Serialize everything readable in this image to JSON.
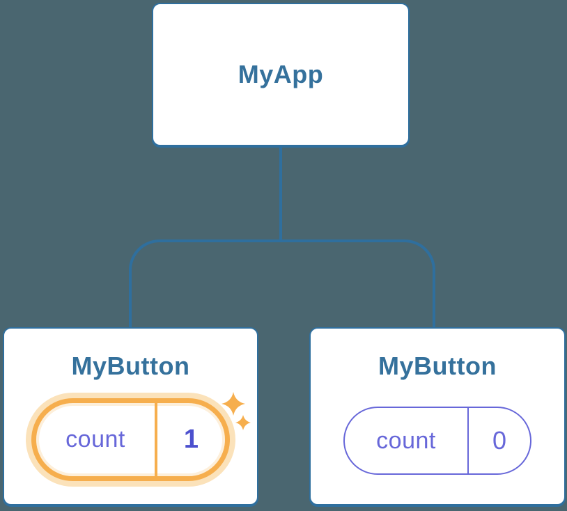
{
  "diagram": {
    "description": "React component tree with state",
    "root": {
      "title": "MyApp"
    },
    "children": [
      {
        "title": "MyButton",
        "state": {
          "key": "count",
          "value": "1"
        },
        "highlighted": true,
        "badge_icon": "sparkles"
      },
      {
        "title": "MyButton",
        "state": {
          "key": "count",
          "value": "0"
        },
        "highlighted": false
      }
    ]
  },
  "colors": {
    "background": "#4A6670",
    "node_blue": "#2F6F9E",
    "text_blue": "#35719C",
    "card_bg": "#FFFFFF",
    "purple": "#6767D9",
    "purple_dark": "#4C50CE",
    "orange": "#F6AE4D",
    "orange_glow": "#FBE2BA",
    "orange_glow_soft": "#FDEFDA"
  }
}
